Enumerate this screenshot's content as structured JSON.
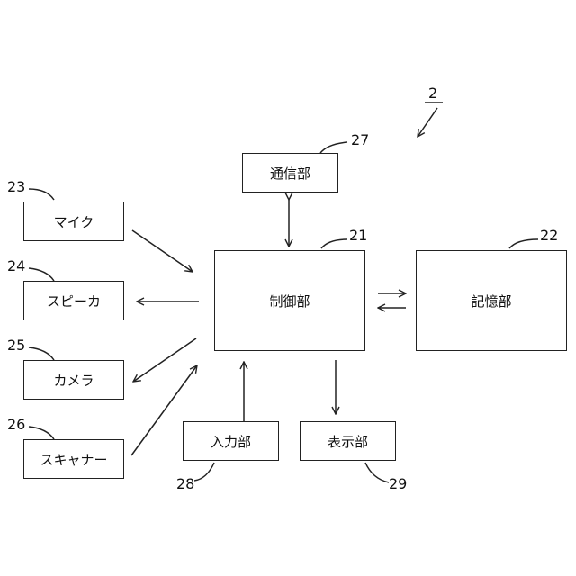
{
  "figure": {
    "ref_device": "2"
  },
  "blocks": {
    "control": {
      "label": "制御部",
      "ref": "21"
    },
    "storage": {
      "label": "記憶部",
      "ref": "22"
    },
    "microphone": {
      "label": "マイク",
      "ref": "23"
    },
    "speaker": {
      "label": "スピーカ",
      "ref": "24"
    },
    "camera": {
      "label": "カメラ",
      "ref": "25"
    },
    "scanner": {
      "label": "スキャナー",
      "ref": "26"
    },
    "communication": {
      "label": "通信部",
      "ref": "27"
    },
    "input": {
      "label": "入力部",
      "ref": "28"
    },
    "display": {
      "label": "表示部",
      "ref": "29"
    }
  }
}
